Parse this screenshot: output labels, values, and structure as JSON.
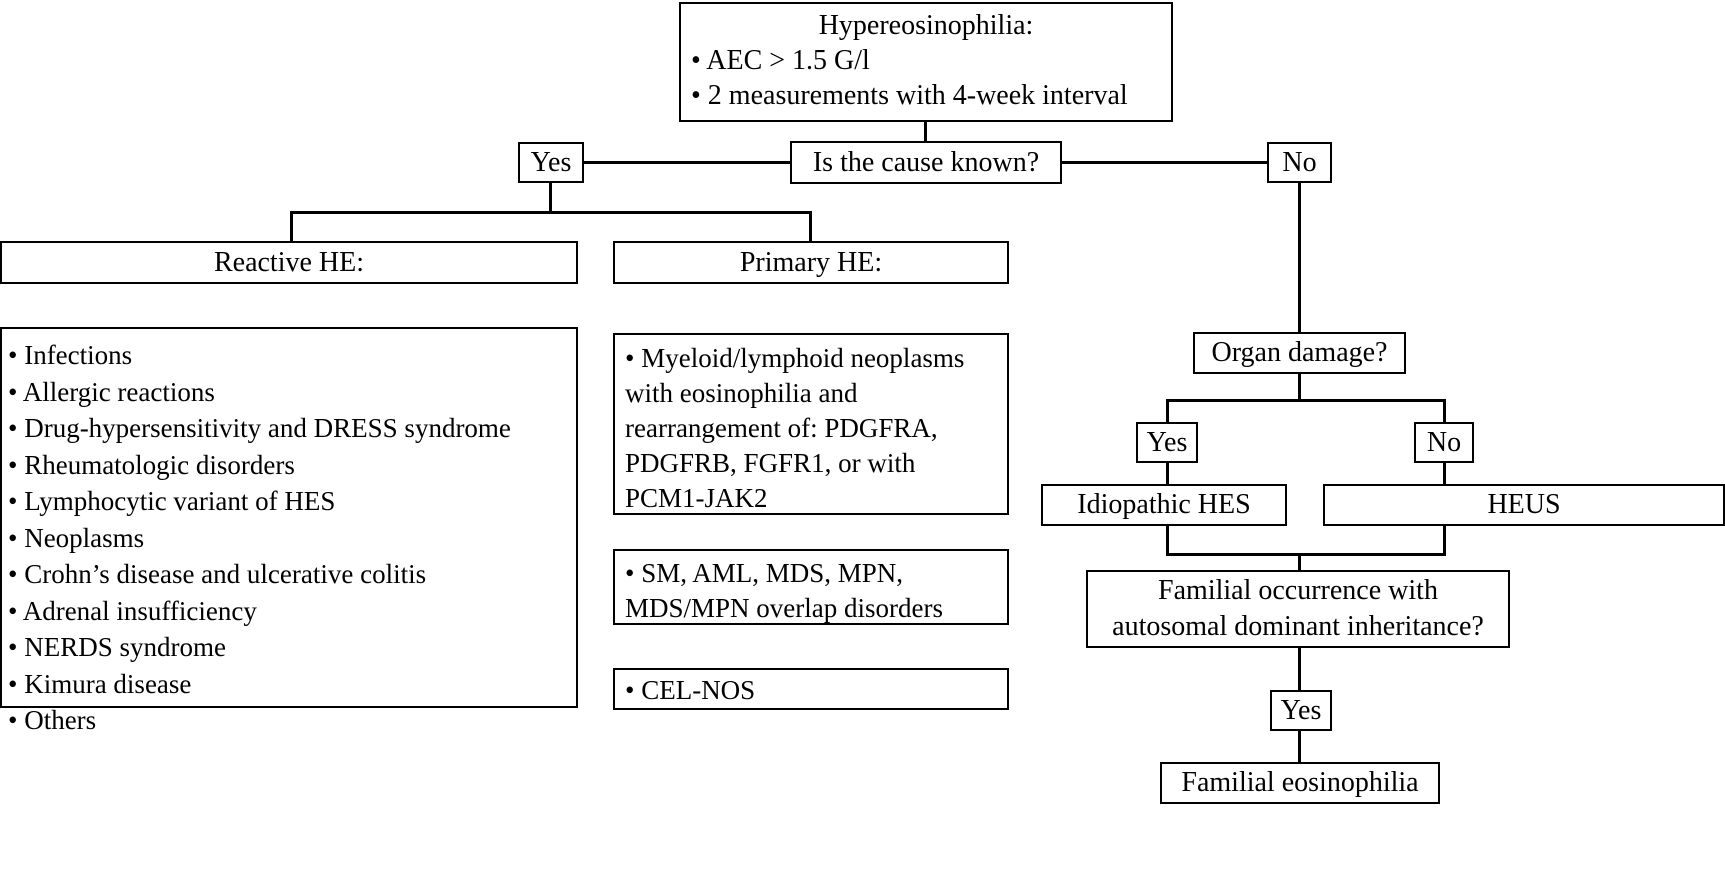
{
  "diagram": {
    "title": "Hypereosinophilia diagnostic algorithm",
    "root": {
      "title": "Hypereosinophilia:",
      "bullet_1": "• AEC > 1.5 G/l",
      "bullet_2": "• 2 measurements with 4-week interval"
    },
    "decision_cause": {
      "question": "Is the cause known?",
      "yes_label": "Yes",
      "no_label": "No"
    },
    "reactive": {
      "header": "Reactive HE:",
      "items": [
        "• Infections",
        "• Allergic reactions",
        "• Drug-hypersensitivity and DRESS syndrome",
        "• Rheumatologic disorders",
        "• Lymphocytic variant of HES",
        "• Neoplasms",
        "• Crohn’s disease and ulcerative colitis",
        "• Adrenal insufficiency",
        "• NERDS syndrome",
        "• Kimura disease",
        "• Others"
      ]
    },
    "primary": {
      "header": "Primary HE:",
      "group_1": "• Myeloid/lymphoid neoplasms\n  with eosinophilia and\n  rearrangement of: PDGFRA,\n  PDGFRB, FGFR1, or with\n  PCM1-JAK2",
      "group_2": "• SM, AML, MDS, MPN,\n  MDS/MPN overlap disorders",
      "group_3": "• CEL-NOS"
    },
    "organ_damage": {
      "question": "Organ damage?",
      "yes_label": "Yes",
      "no_label": "No",
      "yes_outcome": "Idiopathic HES",
      "no_outcome": "HEUS"
    },
    "familial": {
      "question": "Familial occurrence with\nautosomal dominant inheritance?",
      "yes_label": "Yes",
      "outcome": "Familial eosinophilia"
    },
    "colors": {
      "stroke": "#000000",
      "fill": "#ffffff",
      "text": "#000000"
    }
  }
}
